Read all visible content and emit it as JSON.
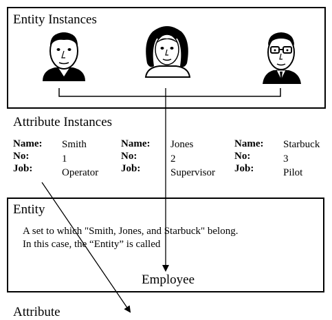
{
  "entity_instances": {
    "title": "Entity Instances"
  },
  "attribute_instances": {
    "title": "Attribute Instances",
    "field_labels": {
      "name": "Name:",
      "no": "No:",
      "job": "Job:"
    },
    "people": [
      {
        "name": "Smith",
        "no": "1",
        "job": "Operator"
      },
      {
        "name": "Jones",
        "no": "2",
        "job": "Supervisor"
      },
      {
        "name": "Starbuck",
        "no": "3",
        "job": "Pilot"
      }
    ]
  },
  "entity": {
    "title": "Entity",
    "description_line1": "A set to which \"Smith, Jones, and Starbuck\" belong.",
    "description_line2": "In this case, the “Entity” is called",
    "name": "Employee"
  },
  "attribute": {
    "title": "Attribute"
  },
  "icons": [
    "man-portrait-icon",
    "woman-portrait-icon",
    "man-with-glasses-portrait-icon"
  ]
}
